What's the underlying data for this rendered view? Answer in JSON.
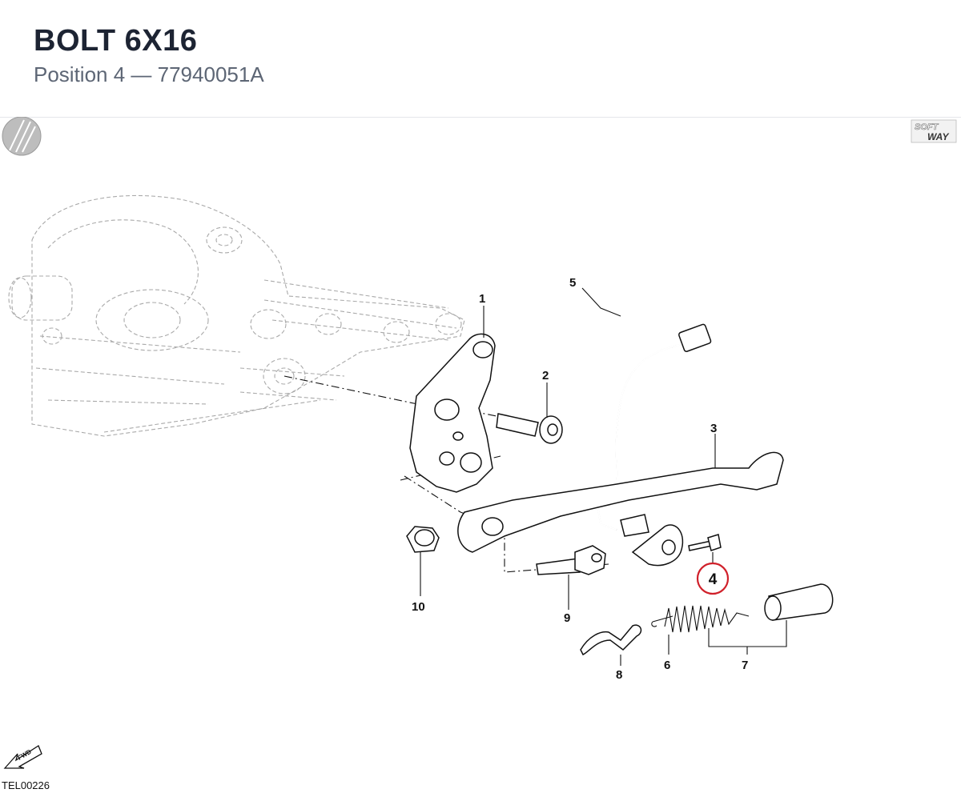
{
  "header": {
    "title": "BOLT 6X16",
    "position_label": "Position 4",
    "separator": " — ",
    "part_number": "77940051A"
  },
  "diagram": {
    "reference_code": "TEL00226",
    "logo_top": "SOFT",
    "logo_bottom": "WAY",
    "fwd_label": "FWD",
    "highlight_color": "#d0202a",
    "callouts": {
      "c1": "1",
      "c2": "2",
      "c3": "3",
      "c4": "4",
      "c5": "5",
      "c6": "6",
      "c7": "7",
      "c8": "8",
      "c9": "9",
      "c10": "10"
    },
    "highlighted_callout": "4"
  }
}
